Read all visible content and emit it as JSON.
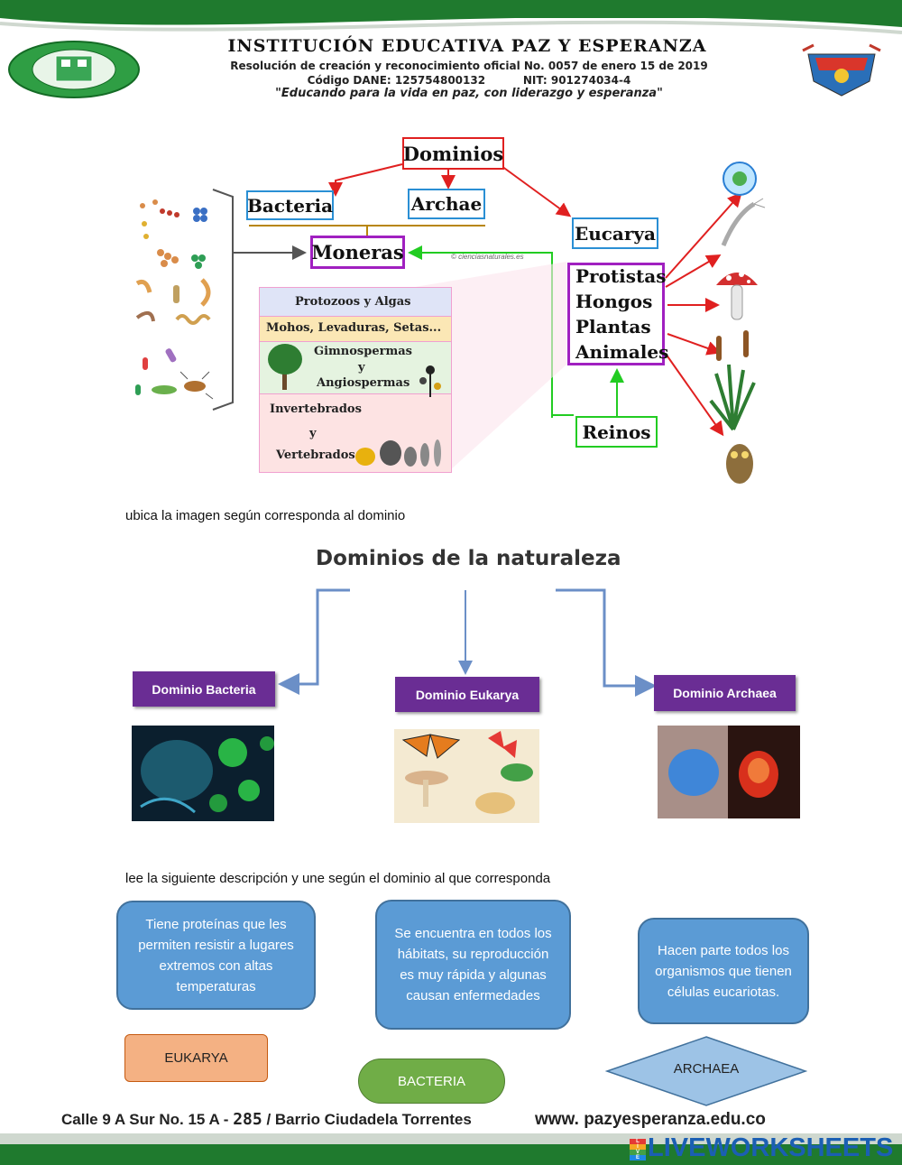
{
  "header": {
    "title": "INSTITUCIÓN EDUCATIVA PAZ Y ESPERANZA",
    "resolution": "Resolución de creación y reconocimiento oficial No. 0057 de enero 15 de 2019",
    "codes": "Código DANE: 125754800132          NIT: 901274034-4",
    "motto": "\"Educando para la vida en paz, con liderazgo y esperanza\""
  },
  "concept_map": {
    "dominios": "Dominios",
    "bacteria": "Bacteria",
    "archae": "Archae",
    "eucarya": "Eucarya",
    "moneras": "Moneras",
    "watermark": "© cienciasnaturales.es",
    "reinos_list": [
      "Protistas",
      "Hongos",
      "Plantas",
      "Animales"
    ],
    "reinos": "Reinos",
    "bands": {
      "protozoos": "Protozoos y Algas",
      "mohos": "Mohos, Levaduras, Setas...",
      "gimnospermas": "Gimnospermas",
      "y1": "y",
      "angiospermas": "Angiospermas",
      "invertebrados": "Invertebrados",
      "y2": "y",
      "vertebrados": "Vertebrados"
    }
  },
  "instructions": {
    "first": "ubica la imagen según corresponda al dominio",
    "second": "lee la siguiente descripción y une según el dominio al que corresponda"
  },
  "domains": {
    "title": "Dominios de la naturaleza",
    "bacteria": "Dominio Bacteria",
    "eukarya": "Dominio Eukarya",
    "archaea": "Dominio Archaea"
  },
  "descriptions": {
    "archaea_desc": "Tiene proteínas que les permiten resistir a lugares extremos con altas temperaturas",
    "bacteria_desc": "Se encuentra en todos los hábitats, su reproducción es muy rápida y algunas causan enfermedades",
    "eukarya_desc": "Hacen parte todos los organismos que tienen células eucariotas."
  },
  "answers": {
    "eukarya": "EUKARYA",
    "bacteria": "BACTERIA",
    "archaea": "ARCHAEA"
  },
  "footer": {
    "address_prefix": "Calle 9 A Sur No. 15 A - ",
    "address_number": "285",
    "address_suffix": " / Barrio Ciudadela Torrentes",
    "website": "www. pazyesperanza.edu.co",
    "brand_letters": [
      "L",
      "I",
      "V",
      "E"
    ],
    "brand": "LIVEWORKSHEETS"
  },
  "colors": {
    "green": "#2e8b3a",
    "purple": "#6a2d94",
    "blue_bubble": "#5b9bd5",
    "orange_box": "#f4b183",
    "green_pill": "#70ad47",
    "diamond": "#9dc3e6"
  }
}
